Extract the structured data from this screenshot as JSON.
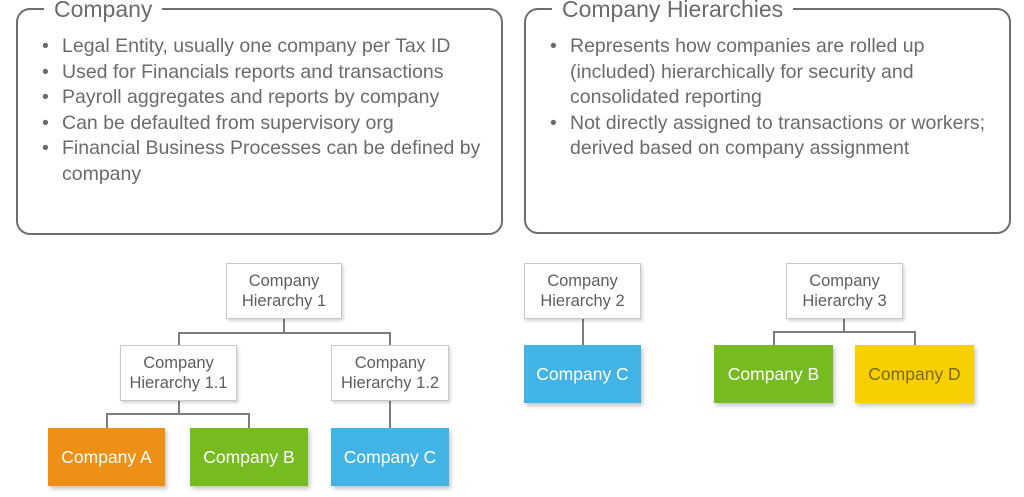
{
  "panels": [
    {
      "title": "Company",
      "bullets": [
        "Legal Entity, usually one company per Tax ID",
        "Used for Financials reports and transactions",
        "Payroll aggregates and reports by company",
        "Can be defaulted from supervisory org",
        "Financial Business Processes can be defined by company"
      ]
    },
    {
      "title": "Company Hierarchies",
      "bullets": [
        "Represents how companies are rolled up (included) hierarchically for security and consolidated reporting",
        "Not directly assigned to transactions or workers; derived based on company assignment"
      ]
    }
  ],
  "bullet_glyph": "•",
  "colors": {
    "orange": "#ed9015",
    "green": "#76bc21",
    "blue": "#42b3e5",
    "yellow": "#f8d000",
    "panel_border": "#6e6e6e",
    "text_gray": "#6b6b6b",
    "node_border": "#c8c8c8",
    "connector": "#7d7d7d"
  },
  "diagram": {
    "hierarchy1": {
      "root": "Company Hierarchy 1",
      "child_1_1": "Company Hierarchy 1.1",
      "child_1_2": "Company Hierarchy 1.2",
      "leaf_a": "Company A",
      "leaf_b": "Company B",
      "leaf_c": "Company C"
    },
    "hierarchy2": {
      "root": "Company Hierarchy 2",
      "leaf_c": "Company C"
    },
    "hierarchy3": {
      "root": "Company Hierarchy 3",
      "leaf_b": "Company B",
      "leaf_d": "Company D"
    }
  }
}
